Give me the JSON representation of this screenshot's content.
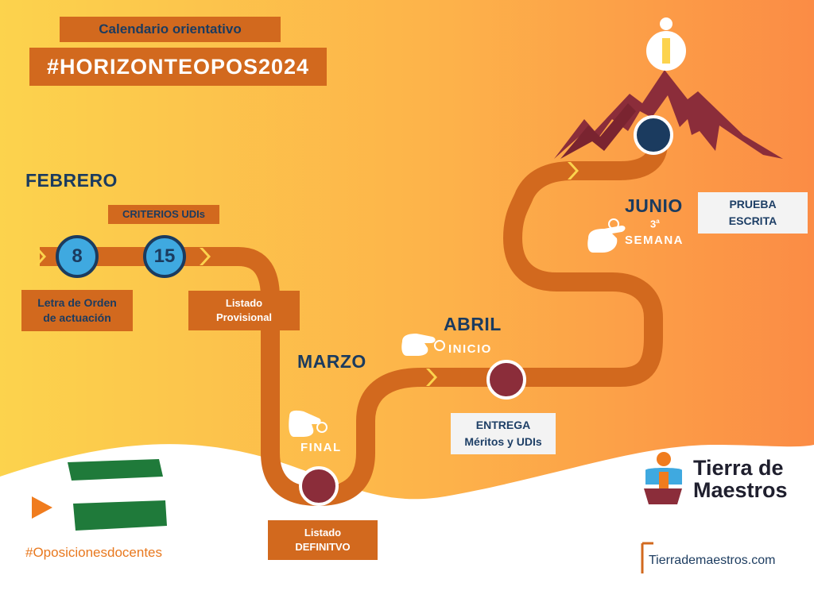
{
  "header": {
    "subtitle": "Calendario orientativo",
    "title": "#HORIZONTEOPOS2024"
  },
  "months": {
    "feb": "FEBRERO",
    "mar": "MARZO",
    "apr": "ABRIL",
    "jun": "JUNIO"
  },
  "february": {
    "criteria_label": "CRITERIOS UDIs",
    "day_8": "8",
    "day_15": "15",
    "letter_label_1": "Letra de Orden",
    "letter_label_2": "de actuación",
    "provisional_1": "Listado",
    "provisional_2": "Provisional"
  },
  "march": {
    "final_label": "FINAL",
    "definitive_1": "Listado",
    "definitive_2": "DEFINITVO"
  },
  "april": {
    "start_label": "INICIO",
    "delivery_1": "ENTREGA",
    "delivery_2": "Méritos y UDIs"
  },
  "june": {
    "week_num": "3",
    "week_sup": "a",
    "week_label": "SEMANA",
    "exam_1": "PRUEBA",
    "exam_2": "ESCRITA"
  },
  "footer": {
    "hashtag": "#Oposicionesdocentes",
    "brand_1": "Tierra de",
    "brand_2": "Maestros",
    "website": "Tierrademaestros.com"
  },
  "colors": {
    "road": "#d2691e",
    "navy": "#1b3b5f",
    "maroon": "#8b2d3a",
    "mountain": "#8b2d3a",
    "accent_blue": "#3fa9e0",
    "andalucia_green": "#1f7a3a"
  }
}
